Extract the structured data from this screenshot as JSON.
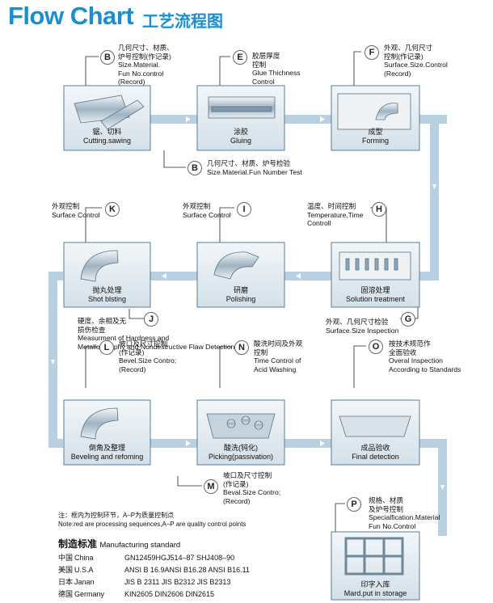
{
  "header": {
    "title_en": "Flow Chart",
    "title_cn": "工艺流程图"
  },
  "steps": [
    {
      "id": "cutting",
      "cn": "锯、切料",
      "en": "Cutting.sawing"
    },
    {
      "id": "gluing",
      "cn": "涂胶",
      "en": "Gluing"
    },
    {
      "id": "forming",
      "cn": "成型",
      "en": "Forming"
    },
    {
      "id": "solution",
      "cn": "固溶处理",
      "en": "Solution treatment"
    },
    {
      "id": "polishing",
      "cn": "研磨",
      "en": "Polishing"
    },
    {
      "id": "shot",
      "cn": "抛丸处理",
      "en": "Shot blsting"
    },
    {
      "id": "beveling",
      "cn": "倒角及整理",
      "en": "Beveling and refoming"
    },
    {
      "id": "pickling",
      "cn": "酸洗(钝化)",
      "en": "Picking(passivation)"
    },
    {
      "id": "final",
      "cn": "成品验收",
      "en": "Final detection"
    },
    {
      "id": "storage",
      "cn": "印字入库",
      "en": "Mard.put in storage"
    }
  ],
  "control_points": [
    {
      "letter": "B",
      "lines": [
        "几何尺寸、材质、",
        "炉号控制(作记录)",
        "Size.Material.",
        "Fun No.control",
        "(Record)"
      ]
    },
    {
      "letter": "E",
      "lines": [
        "胶层厚度",
        "控制",
        "Glue Thichness",
        "Control"
      ]
    },
    {
      "letter": "F",
      "lines": [
        "外观、几何尺寸",
        "控制(作记录)",
        "Surface.Size.Control",
        "(Record)"
      ]
    },
    {
      "letter": "B",
      "lines": [
        "几何尺寸、材质、炉号检验",
        "Size.Material.Fun Number Test"
      ]
    },
    {
      "letter": "K",
      "lines": [
        "外观控制",
        "Surface Control"
      ]
    },
    {
      "letter": "I",
      "lines": [
        "外观控制",
        "Surface Control"
      ]
    },
    {
      "letter": "H",
      "lines": [
        "温度、时间控制",
        "Temperature,Time",
        "Controll"
      ]
    },
    {
      "letter": "J",
      "lines": [
        "硬度、余相及无",
        "损伤检查",
        "Measurment of Hardness and",
        "Metallongraphy and Nondestructive Flaw Detection"
      ]
    },
    {
      "letter": "G",
      "lines": [
        "外观、几何尺寸检验",
        "Surface.Size Inspection"
      ]
    },
    {
      "letter": "L",
      "lines": [
        "坡口及尺寸控制",
        "(作记录)",
        "Bevel.Size Contro;",
        "(Record)"
      ]
    },
    {
      "letter": "N",
      "lines": [
        "酸洗时间及外观",
        "控制",
        "Time Control of",
        "Acid Washing"
      ]
    },
    {
      "letter": "O",
      "lines": [
        "按技术规范作",
        "全面验收",
        "Overal Inspection",
        "According to Standards"
      ]
    },
    {
      "letter": "M",
      "lines": [
        "坡口及尺寸控制",
        "(作记录)",
        "Beval.Size Contro;",
        "(Record)"
      ]
    },
    {
      "letter": "P",
      "lines": [
        "规格、材质",
        "及炉号控制",
        "Specialfication.Material",
        "Fun No.Control"
      ]
    }
  ],
  "notes": {
    "cn": "注：框内为控制环节，A–P为质量控制点",
    "en": "Note:red are processing sequences,A–P are quality control points"
  },
  "standards": {
    "heading_cn": "制造标准",
    "heading_en": "Manufacturing standard",
    "rows": [
      {
        "cn": "中国",
        "en": "China",
        "std": "GN12459HGJ514–87  SHJ408–90"
      },
      {
        "cn": "美国",
        "en": "U.S.A",
        "std": "ANSI B 16.9ANSI B16.28 ANSI B16.11"
      },
      {
        "cn": "日本",
        "en": "Janan",
        "std": "JIS B 2311 JIS B2312 JIS B2313"
      },
      {
        "cn": "德国",
        "en": "Germany",
        "std": "KIN2605 DIN2606 DIN2615"
      }
    ]
  },
  "colors": {
    "title": "#1a8fd0",
    "flow": "#b8cfe0",
    "box_border": "#5a7d95",
    "box_fill": "#e3ebf1"
  }
}
